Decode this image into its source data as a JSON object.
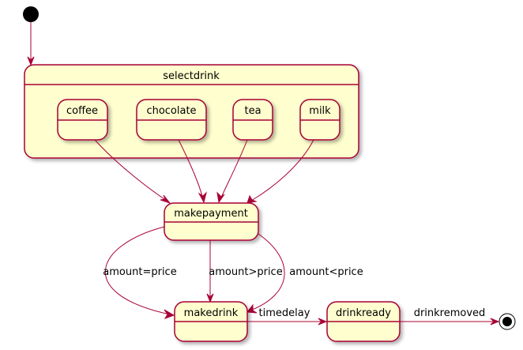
{
  "diagram": {
    "type": "state-machine",
    "colors": {
      "state_fill": "#FEFECE",
      "border": "#A80036",
      "text": "#000000"
    },
    "composite": {
      "label": "selectdrink",
      "substates": [
        "coffee",
        "chocolate",
        "tea",
        "milk"
      ]
    },
    "states": {
      "makepayment": "makepayment",
      "makedrink": "makedrink",
      "drinkready": "drinkready"
    },
    "transitions": {
      "amount_eq": "amount=price",
      "amount_gt": "amount>price",
      "amount_lt": "amount<price",
      "timedelay": "timedelay",
      "drinkremoved": "drinkremoved"
    }
  }
}
